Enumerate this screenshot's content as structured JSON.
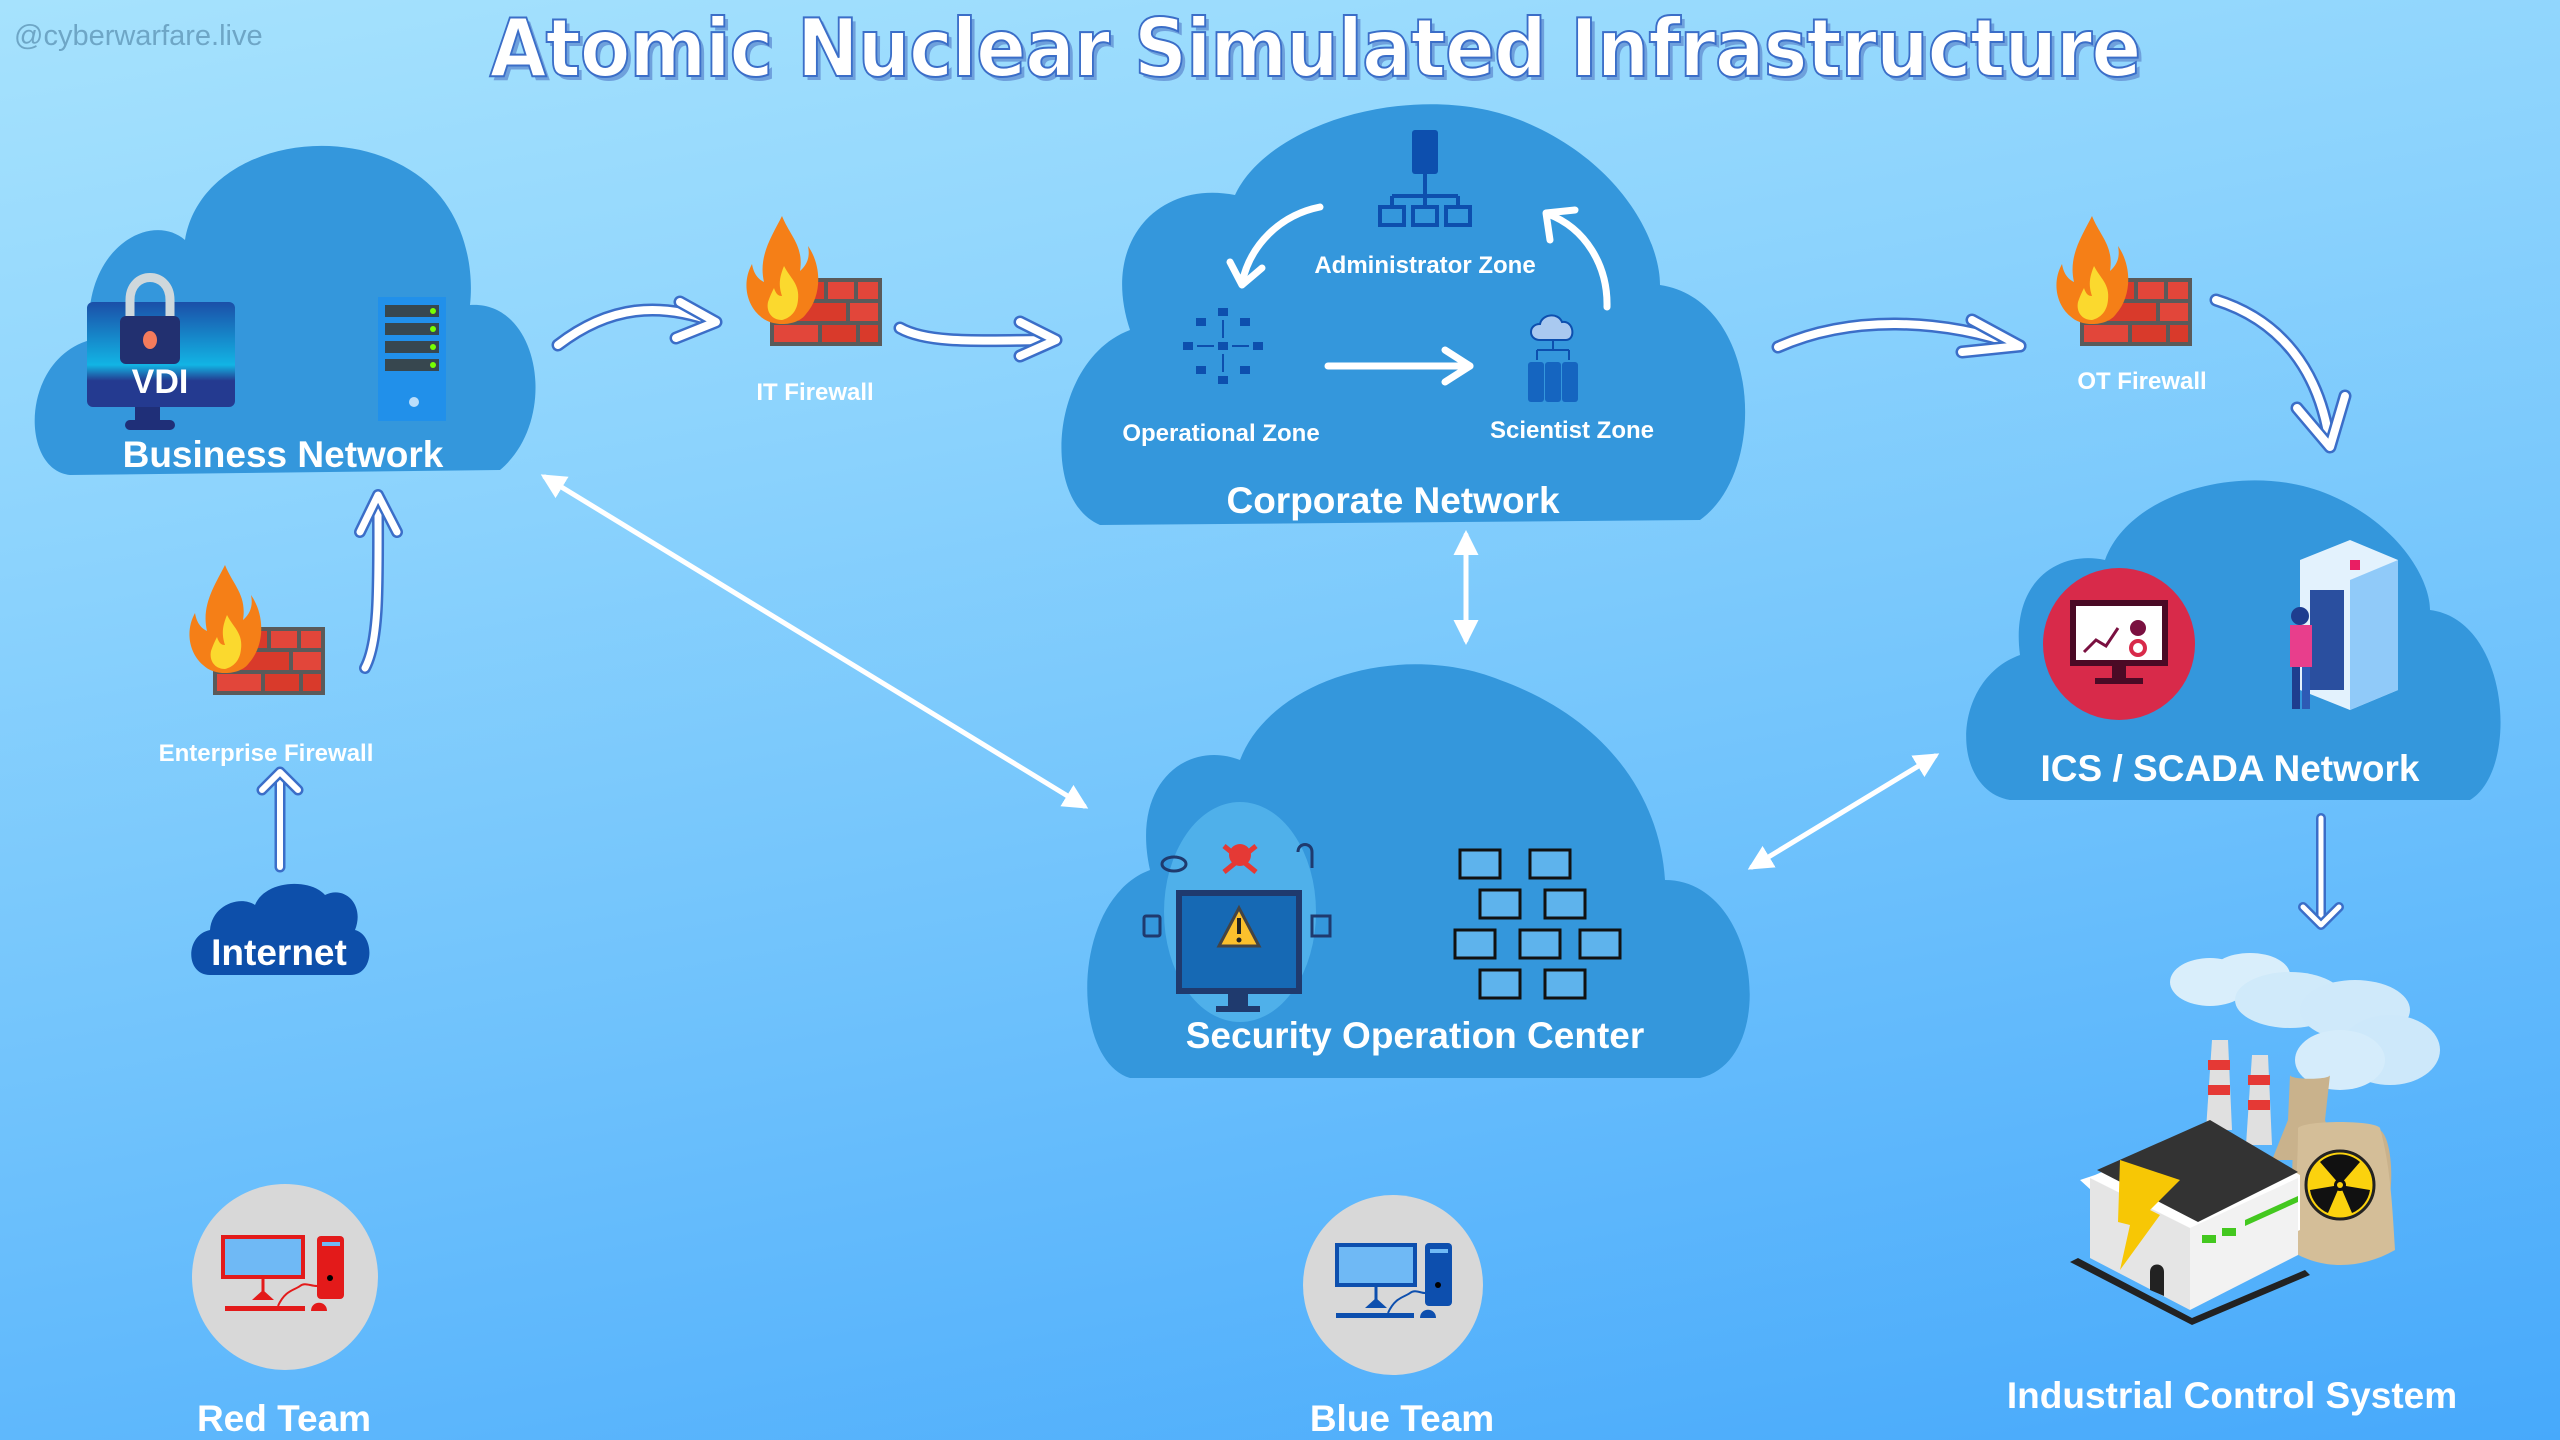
{
  "watermark": "@cyberwarfare.live",
  "title": "Atomic Nuclear Simulated Infrastructure",
  "colors": {
    "cloud": "#3497dc",
    "internet_cloud": "#0d4faa",
    "firewall_brick": "#d93a2b",
    "flame_outer": "#f57f17",
    "flame_inner": "#fbd92e",
    "red_team": "#e31a1a",
    "blue_team": "#0d4fae",
    "team_circle": "#d8d8d8",
    "scada_circle": "#d82a4a"
  },
  "nodes": {
    "business_network": {
      "label": "Business Network",
      "vdi_label": "VDI"
    },
    "it_firewall": {
      "label": "IT Firewall"
    },
    "corporate_network": {
      "label": "Corporate Network",
      "zones": {
        "administrator": "Administrator Zone",
        "operational": "Operational Zone",
        "scientist": "Scientist Zone"
      }
    },
    "ot_firewall": {
      "label": "OT Firewall"
    },
    "ics_scada": {
      "label": "ICS / SCADA Network"
    },
    "enterprise_firewall": {
      "label": "Enterprise Firewall"
    },
    "internet": {
      "label": "Internet"
    },
    "soc": {
      "label": "Security Operation Center"
    },
    "ics": {
      "label": "Industrial Control System"
    },
    "red_team": {
      "label": "Red Team"
    },
    "blue_team": {
      "label": "Blue Team"
    }
  },
  "edges": [
    {
      "from": "internet",
      "to": "enterprise_firewall",
      "direction": "forward"
    },
    {
      "from": "enterprise_firewall",
      "to": "business_network",
      "direction": "forward"
    },
    {
      "from": "business_network",
      "to": "it_firewall",
      "direction": "forward"
    },
    {
      "from": "it_firewall",
      "to": "corporate_network",
      "direction": "forward"
    },
    {
      "from": "corporate_network",
      "to": "ot_firewall",
      "direction": "forward"
    },
    {
      "from": "ot_firewall",
      "to": "ics_scada",
      "direction": "forward"
    },
    {
      "from": "ics_scada",
      "to": "ics",
      "direction": "forward"
    },
    {
      "from": "business_network",
      "to": "soc",
      "direction": "both"
    },
    {
      "from": "corporate_network",
      "to": "soc",
      "direction": "both"
    },
    {
      "from": "ics_scada",
      "to": "soc",
      "direction": "both"
    },
    {
      "from": "administrator",
      "to": "operational",
      "direction": "forward"
    },
    {
      "from": "operational",
      "to": "scientist",
      "direction": "forward"
    },
    {
      "from": "scientist",
      "to": "administrator",
      "direction": "forward"
    }
  ]
}
